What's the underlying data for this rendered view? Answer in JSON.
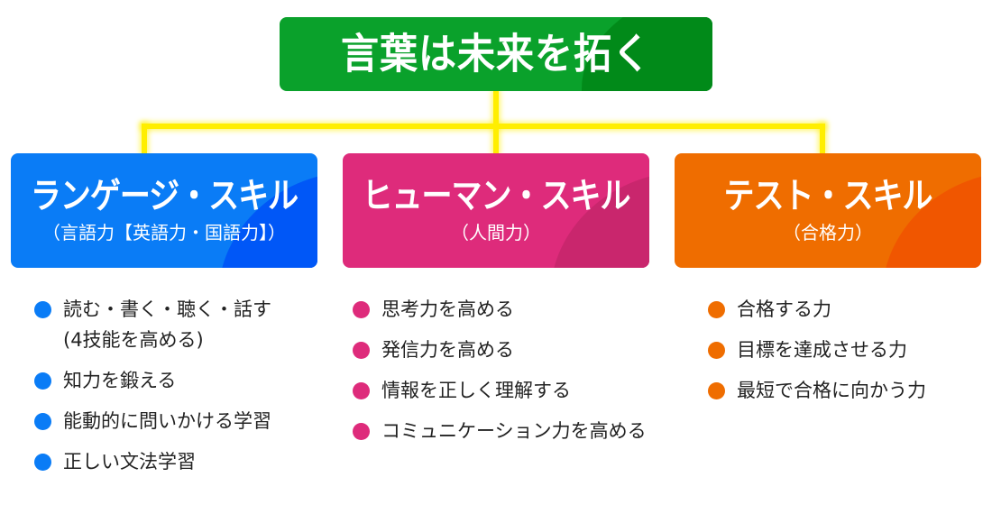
{
  "root": {
    "title": "言葉は未来を拓く"
  },
  "colors": {
    "root": "#0aa12b",
    "language": "#0a7cf6",
    "human": "#de2b7b",
    "test": "#ef6d00",
    "connector": "#ffee00"
  },
  "skills": [
    {
      "title": "ランゲージ・スキル",
      "subtitle": "（言語力【英語力・国語力】）",
      "items": [
        "読む・書く・聴く・話す",
        "(4技能を高める)",
        "知力を鍛える",
        "能動的に問いかける学習",
        "正しい文法学習"
      ]
    },
    {
      "title": "ヒューマン・スキル",
      "subtitle": "（人間力）",
      "items": [
        "思考力を高める",
        "発信力を高める",
        "情報を正しく理解する",
        "コミュニケーション力を高める"
      ]
    },
    {
      "title": "テスト・スキル",
      "subtitle": "（合格力）",
      "items": [
        "合格する力",
        "目標を達成させる力",
        "最短で合格に向かう力"
      ]
    }
  ]
}
